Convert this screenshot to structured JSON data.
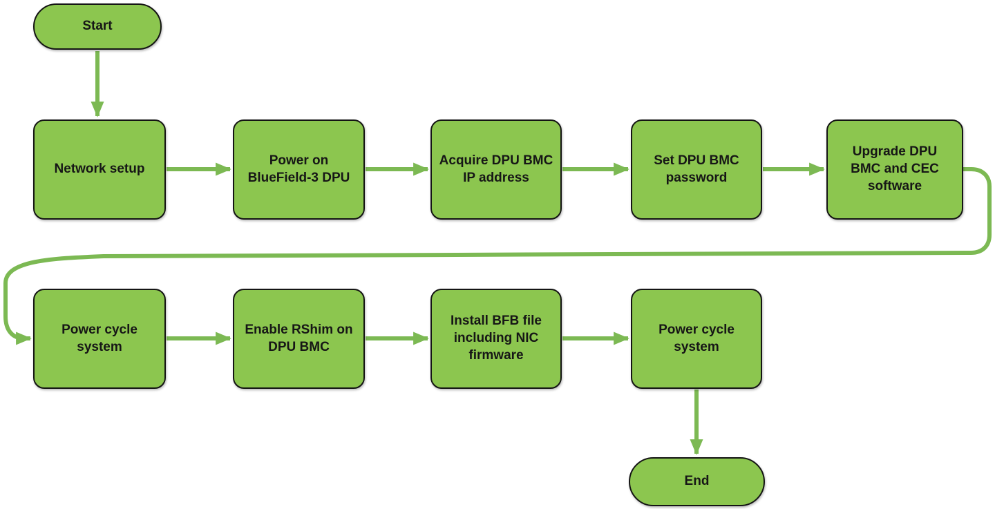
{
  "colors": {
    "node_fill": "#8cc64f",
    "node_border": "#141414",
    "arrow": "#7cb953",
    "text": "#161616",
    "background": "#ffffff"
  },
  "nodes": {
    "start": {
      "label": "Start",
      "shape": "terminator"
    },
    "network_setup": {
      "label": "Network setup",
      "shape": "process"
    },
    "power_on": {
      "label": "Power on\nBlueField-3 DPU",
      "shape": "process"
    },
    "acquire_ip": {
      "label": "Acquire DPU BMC\nIP address",
      "shape": "process"
    },
    "set_password": {
      "label": "Set DPU BMC\npassword",
      "shape": "process"
    },
    "upgrade": {
      "label": "Upgrade DPU\nBMC and CEC\nsoftware",
      "shape": "process"
    },
    "power_cycle_1": {
      "label": "Power cycle\nsystem",
      "shape": "process"
    },
    "enable_rshim": {
      "label": "Enable RShim on\nDPU BMC",
      "shape": "process"
    },
    "install_bfb": {
      "label": "Install BFB file\nincluding NIC\nfirmware",
      "shape": "process"
    },
    "power_cycle_2": {
      "label": "Power cycle\nsystem",
      "shape": "process"
    },
    "end": {
      "label": "End",
      "shape": "terminator"
    }
  },
  "edges": [
    {
      "from": "start",
      "to": "network_setup"
    },
    {
      "from": "network_setup",
      "to": "power_on"
    },
    {
      "from": "power_on",
      "to": "acquire_ip"
    },
    {
      "from": "acquire_ip",
      "to": "set_password"
    },
    {
      "from": "set_password",
      "to": "upgrade"
    },
    {
      "from": "upgrade",
      "to": "power_cycle_1"
    },
    {
      "from": "power_cycle_1",
      "to": "enable_rshim"
    },
    {
      "from": "enable_rshim",
      "to": "install_bfb"
    },
    {
      "from": "install_bfb",
      "to": "power_cycle_2"
    },
    {
      "from": "power_cycle_2",
      "to": "end"
    }
  ]
}
